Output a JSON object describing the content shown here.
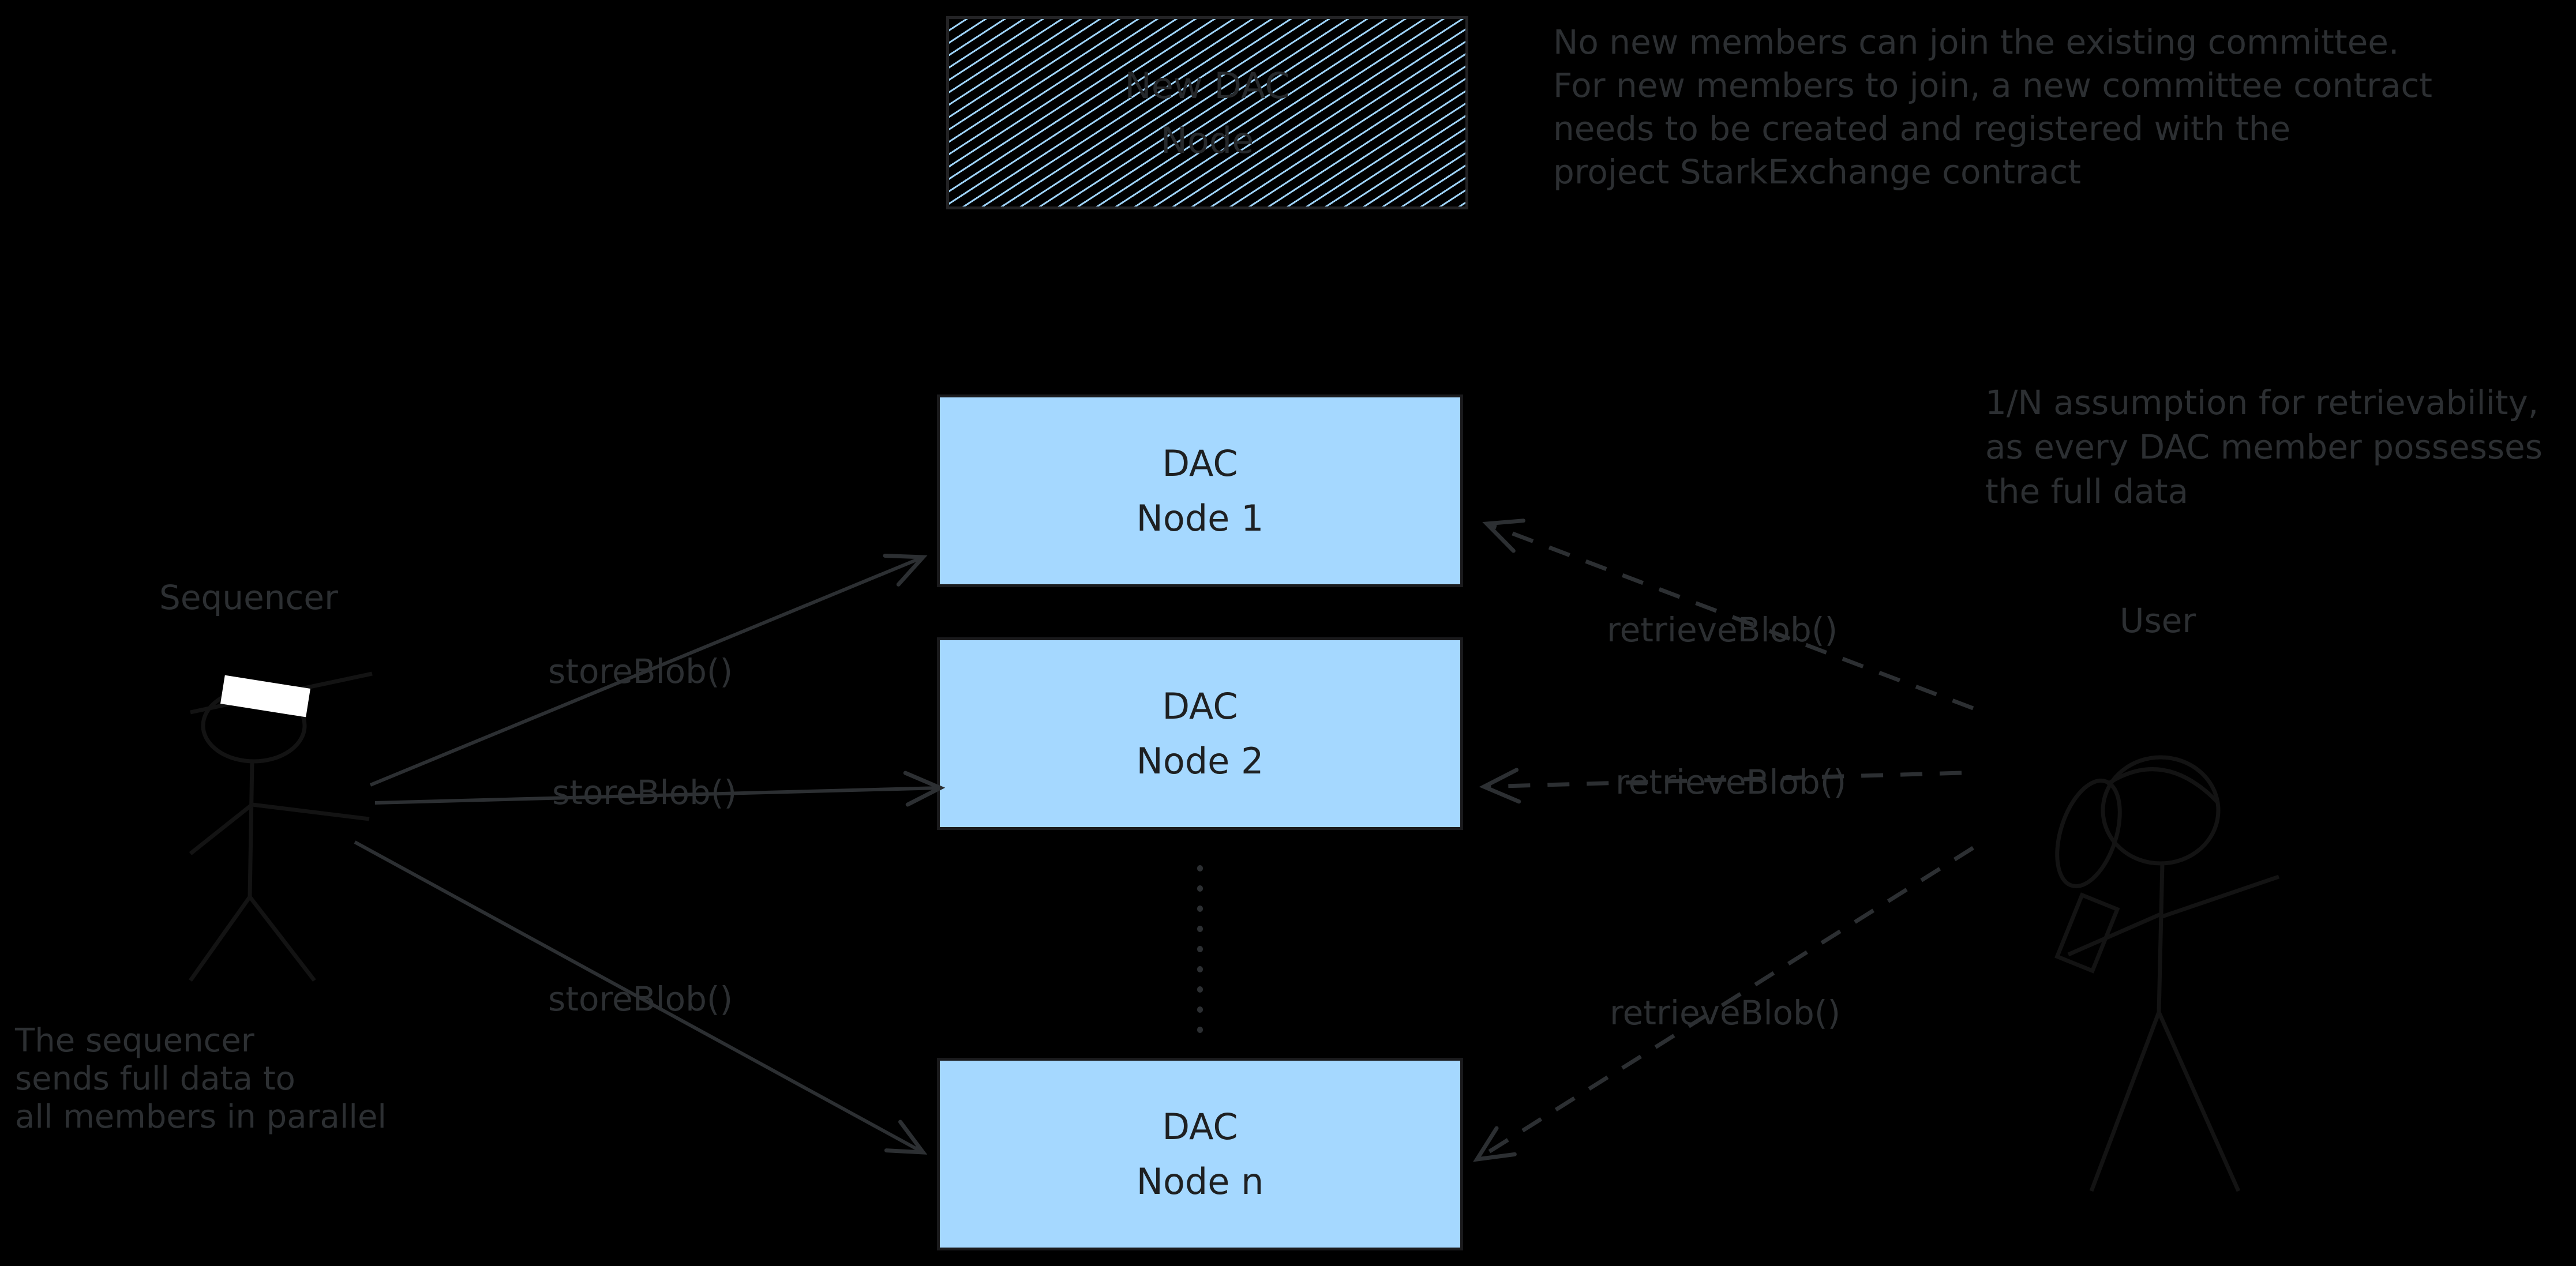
{
  "colors": {
    "background": "#000000",
    "node_fill": "#a5d8ff",
    "node_border": "#1a1a1c",
    "annotation": "#2c2f32",
    "figure_stroke": "#131313",
    "hat_fill": "#ffffff"
  },
  "new_dac_box": {
    "label": "New DAC\nNode"
  },
  "nodes": [
    {
      "id": "node1",
      "label": "DAC\nNode 1"
    },
    {
      "id": "node2",
      "label": "DAC\nNode 2"
    },
    {
      "id": "noden",
      "label": "DAC\nNode n"
    }
  ],
  "actors": {
    "sequencer": "Sequencer",
    "user": "User"
  },
  "edges": {
    "store_label": "storeBlob()",
    "retrieve_label": "retrieveBlob()"
  },
  "notes": {
    "committee": [
      "No new members can join the existing committee.",
      "For new members to join, a new committee contract",
      "needs to be created and registered with the",
      "project StarkExchange contract"
    ],
    "retrievability": [
      "1/N assumption for retrievability,",
      "as every DAC member possesses",
      "the full data"
    ],
    "parallel": [
      "The sequencer",
      "sends full data to",
      "all members in parallel"
    ]
  }
}
